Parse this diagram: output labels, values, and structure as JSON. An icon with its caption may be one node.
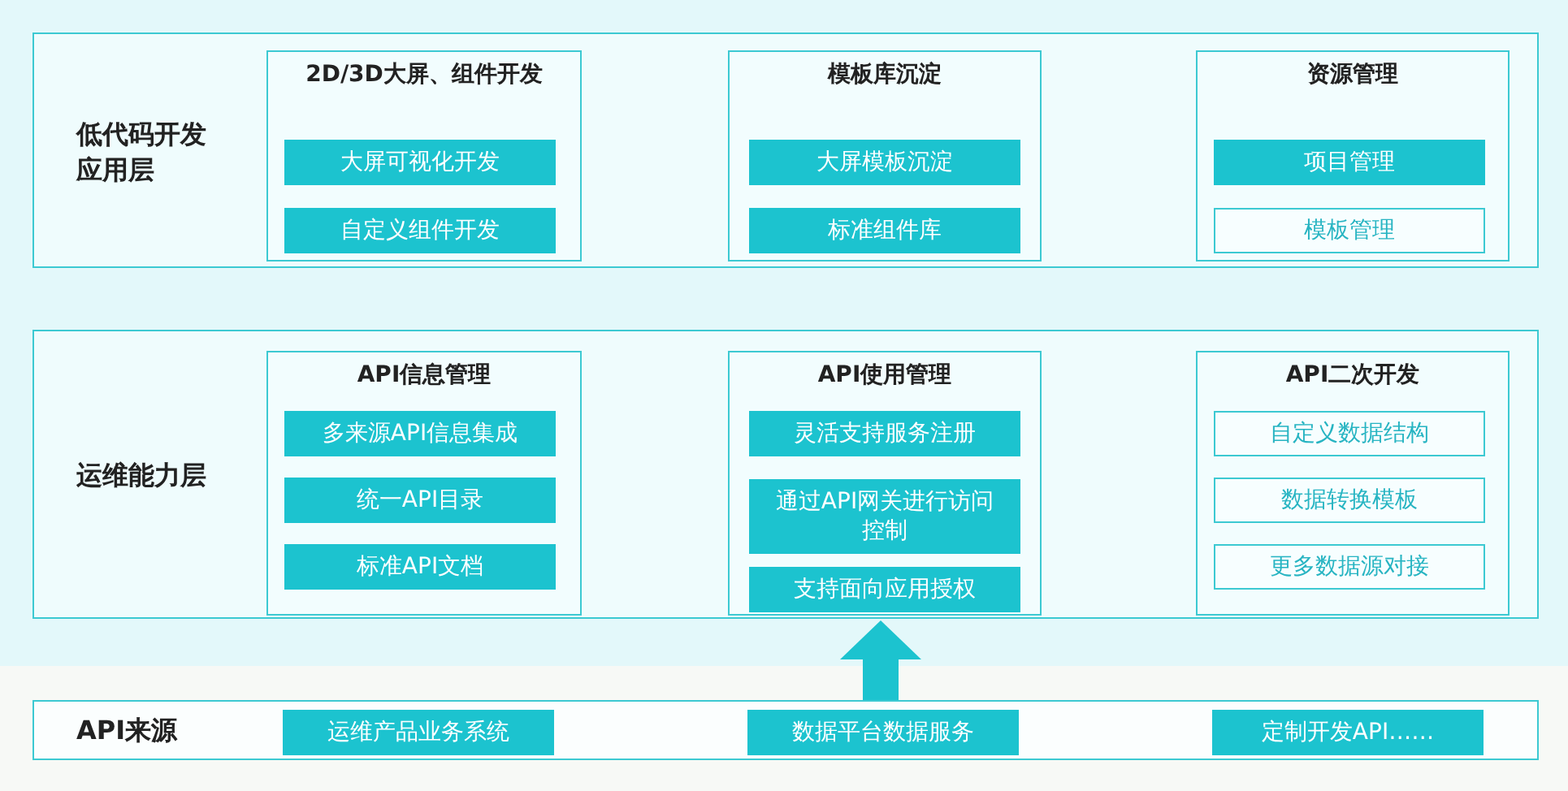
{
  "diagram": {
    "nodes": [
      {
        "text": [
          "低代码开发应用层"
        ]
      },
      {
        "text": [
          "2D/3D大屏、组件开发"
        ],
        "in": 0
      },
      {
        "text": [
          "大屏可视化开发"
        ],
        "in": 1
      },
      {
        "text": [
          "自定义组件开发"
        ],
        "in": 1
      },
      {
        "text": [
          "模板库沉淀"
        ],
        "in": 0
      },
      {
        "text": [
          "大屏模板沉淀"
        ],
        "in": 4
      },
      {
        "text": [
          "标准组件库"
        ],
        "in": 4
      },
      {
        "text": [
          "资源管理"
        ],
        "in": 0
      },
      {
        "text": [
          "项目管理"
        ],
        "in": 7
      },
      {
        "text": [
          "模板管理"
        ],
        "in": 7
      },
      {
        "text": [
          "运维能力层"
        ]
      },
      {
        "text": [
          "API信息管理"
        ],
        "in": 10
      },
      {
        "text": [
          "多来源API信息集成"
        ],
        "in": 11
      },
      {
        "text": [
          "统一API目录"
        ],
        "in": 11
      },
      {
        "text": [
          "标准API文档"
        ],
        "in": 11
      },
      {
        "text": [
          "API使用管理"
        ],
        "in": 10
      },
      {
        "text": [
          "灵活支持服务注册"
        ],
        "in": 15
      },
      {
        "text": [
          "通过API网关进行访问控制"
        ],
        "in": 15
      },
      {
        "text": [
          "支持面向应用授权"
        ],
        "in": 15
      },
      {
        "text": [
          "API二次开发"
        ],
        "in": 10
      },
      {
        "text": [
          "自定义数据结构"
        ],
        "in": 19
      },
      {
        "text": [
          "数据转换模板"
        ],
        "in": 19
      },
      {
        "text": [
          "更多数据源对接"
        ],
        "in": 19
      },
      {
        "text": [
          "API来源"
        ]
      },
      {
        "text": [
          "运维产品业务系统"
        ],
        "in": 23
      },
      {
        "text": [
          "数据平台数据服务"
        ],
        "in": 23
      },
      {
        "text": [
          "定制开发API……"
        ],
        "in": 23
      }
    ],
    "edges": [
      {
        "from": 23,
        "to": 10,
        "arrow": "to"
      }
    ]
  }
}
